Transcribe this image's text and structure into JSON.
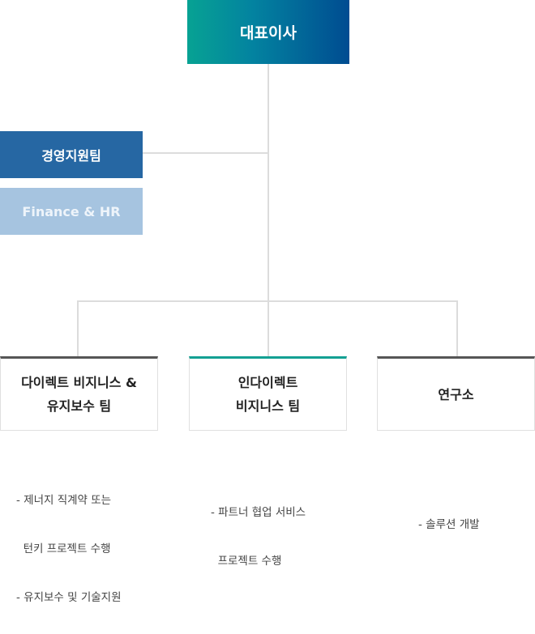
{
  "ceo": {
    "label": "대표이사"
  },
  "support": {
    "label": "경영지원팀",
    "sub_label": "Finance & HR"
  },
  "teams": [
    {
      "label": "다이렉트 비지니스 &\n유지보수 팀",
      "desc": [
        "- 제너지 직계약 또는",
        "  턴키 프로젝트 수행",
        "- 유지보수 및 기술지원"
      ]
    },
    {
      "label": "인다이렉트\n비지니스 팀",
      "desc": [
        "- 파트너 협업 서비스",
        "  프로젝트 수행"
      ]
    },
    {
      "label": "연구소",
      "desc": [
        "- 솔루션 개발"
      ]
    }
  ],
  "colors": {
    "ceo_start": "#07a293",
    "ceo_end": "#004c91",
    "support": "#2667a3",
    "finance": "#a6c4e0",
    "team_border": "#555555",
    "team_accent": "#13a093"
  }
}
